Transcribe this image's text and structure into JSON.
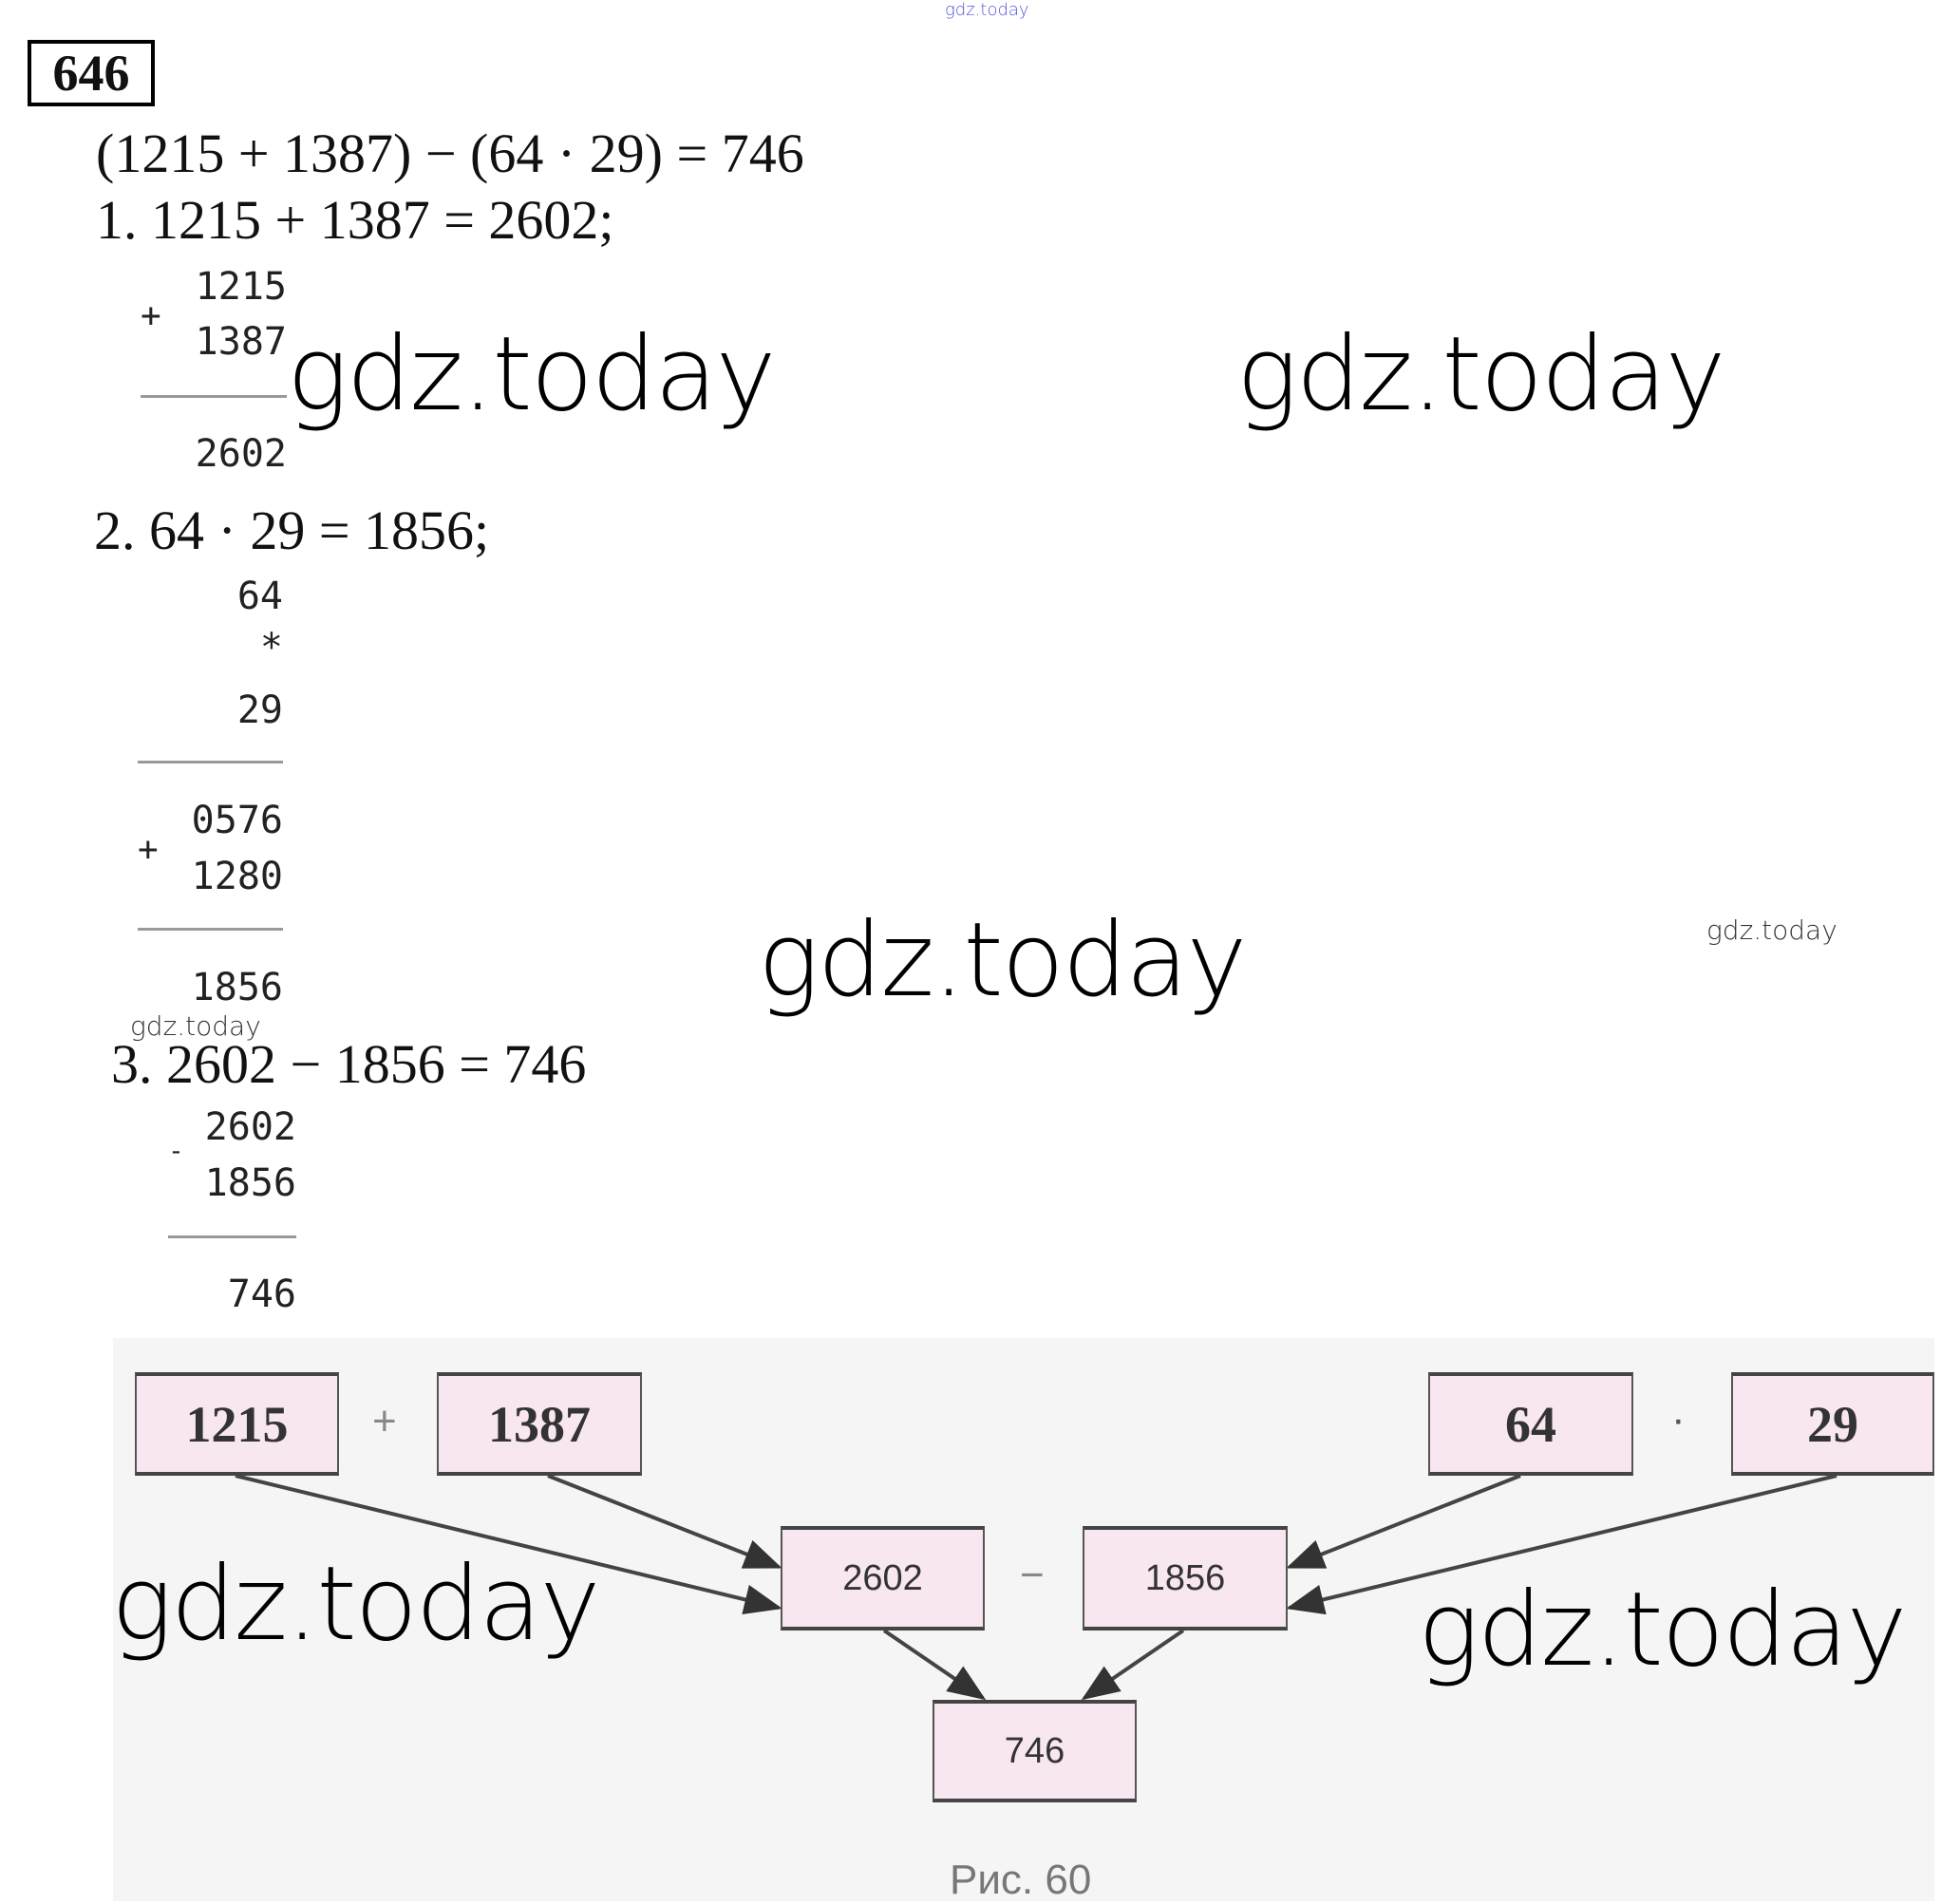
{
  "header": {
    "watermark_top": "gdz.today",
    "task_number": "646"
  },
  "solution": {
    "expression": "(1215 + 1387) − (64 · 29) = 746",
    "step1": {
      "text": "1. 1215 + 1387 = 2602;",
      "operand1": "1215",
      "operator": "+",
      "operand2": "1387",
      "result": "2602"
    },
    "step2": {
      "text": "2. 64 · 29 = 1856;",
      "operand1": "64",
      "operator": "*",
      "operand2": "29",
      "partial1": "0576",
      "partial_operator": "+",
      "partial2": "1280",
      "result": "1856"
    },
    "step3": {
      "text": "3. 2602 − 1856 = 746",
      "operand1": "2602",
      "operator": "-",
      "operand2": "1856",
      "result": "746"
    }
  },
  "watermarks": {
    "w1": "gdz.today",
    "w2": "gdz.today",
    "w3": "gdz.today",
    "w4": "gdz.today",
    "w5": "gdz.today",
    "w6": "gdz.today",
    "w7": "gdz.today"
  },
  "diagram": {
    "nodes": {
      "a": "1215",
      "b": "1387",
      "c": "64",
      "d": "29",
      "sum": "2602",
      "product": "1856",
      "result": "746"
    },
    "ops": {
      "plus": "+",
      "dot": "·",
      "minus": "−"
    },
    "caption": "Рис. 60"
  }
}
